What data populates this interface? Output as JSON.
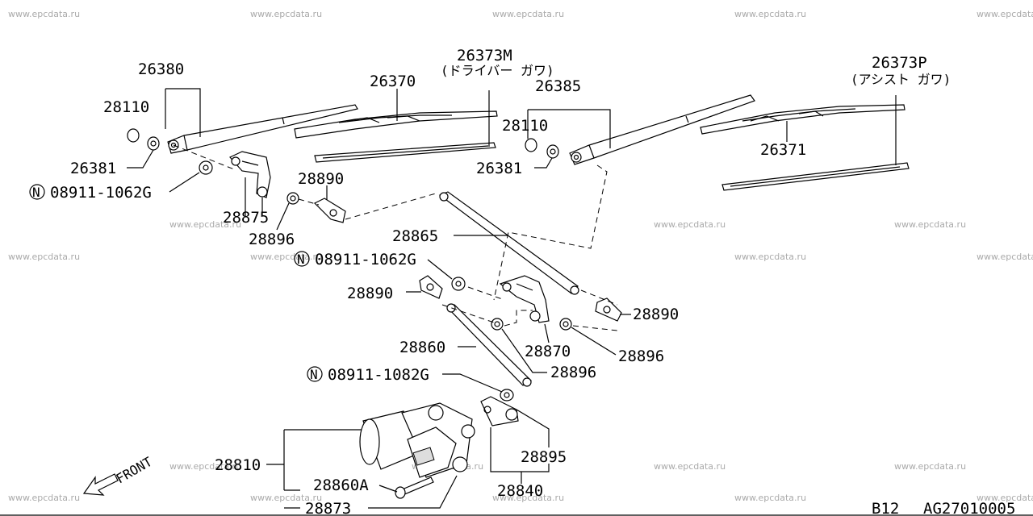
{
  "watermark": "www.epcdata.ru",
  "labels": {
    "p26380": "26380",
    "p28110a": "28110",
    "p26381a": "26381",
    "p08911a": "08911-1062G",
    "p28875": "28875",
    "p28896a": "28896",
    "p28890a": "28890",
    "p26370": "26370",
    "p26373M": "26373M",
    "p26373M_sub": "(ドライバー ガワ)",
    "p26385": "26385",
    "p28110b": "28110",
    "p26381b": "26381",
    "p26371": "26371",
    "p26373P": "26373P",
    "p26373P_sub": "(アシスト ガワ)",
    "p28865": "28865",
    "p08911b": "08911-1062G",
    "p28890b": "28890",
    "p28890c": "28890",
    "p28860": "28860",
    "p28870": "28870",
    "p28896b": "28896",
    "p28896c": "28896",
    "p08911c": "08911-1082G",
    "p28895": "28895",
    "p28810": "28810",
    "p28860A": "28860A",
    "p28840": "28840",
    "p28873": "28873",
    "nut_mark": "N",
    "front": "FRONT",
    "page_code": "B12",
    "fig_code": "AG27010005"
  }
}
